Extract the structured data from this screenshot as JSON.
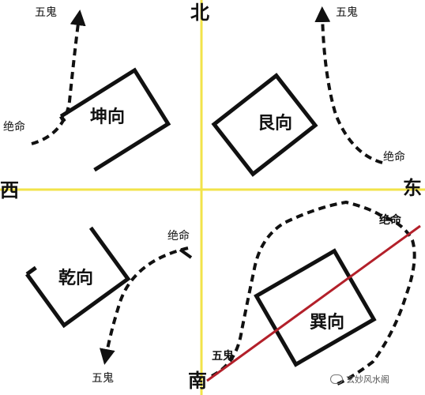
{
  "directions": {
    "north": "北",
    "south": "南",
    "west": "西",
    "east": "东"
  },
  "labels": {
    "wugui": "五鬼",
    "jueming": "绝命"
  },
  "houses": {
    "kun": "坤向",
    "gen": "艮向",
    "qian": "乾向",
    "xun": "巽向"
  },
  "watermark": "玄妙风水阁",
  "colors": {
    "axis": "#f2e34a",
    "line": "#111111",
    "diagonal": "#b3202a"
  }
}
